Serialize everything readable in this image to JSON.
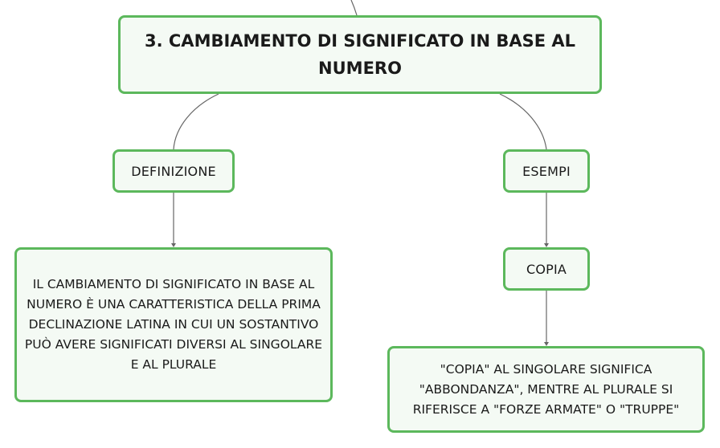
{
  "diagram": {
    "title": "3. CAMBIAMENTO DI SIGNIFICATO IN BASE AL NUMERO",
    "nodes": {
      "definizione": "DEFINIZIONE",
      "esempi": "ESEMPI",
      "copia": "COPIA"
    },
    "texts": {
      "definizione_body": "IL CAMBIAMENTO DI SIGNIFICATO IN BASE AL NUMERO È UNA CARATTERISTICA DELLA PRIMA DECLINAZIONE LATINA IN CUI UN SOSTANTIVO PUÒ AVERE SIGNIFICATI DIVERSI AL SINGOLARE E AL PLURALE",
      "copia_body": "\"COPIA\" AL SINGOLARE SIGNIFICA \"ABBONDANZA\", MENTRE AL PLURALE SI RIFERISCE A \"FORZE ARMATE\" O \"TRUPPE\""
    },
    "colors": {
      "node_border": "#5cb85c",
      "node_fill": "#f4faf4",
      "connector": "#666666"
    }
  }
}
